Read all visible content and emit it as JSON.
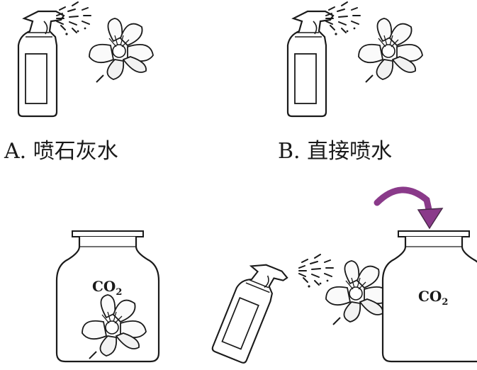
{
  "panels": [
    {
      "id": "A",
      "caption": "A. 喷石灰水"
    },
    {
      "id": "B",
      "caption": "B. 直接喷水"
    }
  ],
  "gas_jars": [
    {
      "formula": "CO",
      "subscript": "2"
    },
    {
      "formula": "CO",
      "subscript": "2"
    }
  ],
  "colors": {
    "ink": "#1a1a1a",
    "arrow": "#8a3a8a"
  }
}
